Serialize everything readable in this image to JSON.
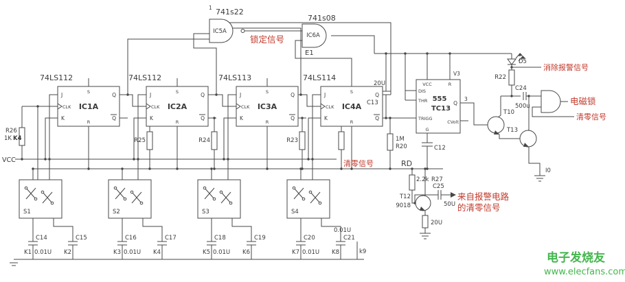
{
  "top": {
    "pin1": "1",
    "ic5a_part": "741s22",
    "ic5a_name": "IC5A",
    "ic6a_part": "741s08",
    "ic6a_name": "IC6A",
    "e1": "E1",
    "lock_signal": "锁定信号"
  },
  "ff": {
    "pins": {
      "j": "J",
      "clk": "CLK",
      "k": "K",
      "q": "Q",
      "qb": "Q",
      "s": "S",
      "r": "R"
    },
    "list": [
      {
        "part": "74LS112",
        "name": "IC1A"
      },
      {
        "part": "74LS112",
        "name": "IC2A"
      },
      {
        "part": "74LS113",
        "name": "IC3A"
      },
      {
        "part": "74LS114",
        "name": "IC4A"
      }
    ]
  },
  "timer": {
    "value": "555",
    "name": "TC13",
    "v3": "V3",
    "out_pin": "3",
    "pins": {
      "dis": "DIS",
      "thr": "THR",
      "trigg": "TRIGG",
      "vcc": "VCC",
      "r": "R",
      "q": "Q",
      "cvolt": "CVolt",
      "g": "G"
    }
  },
  "left": {
    "r26": "R26",
    "r26_val": "1K",
    "k4": "K4",
    "vcc": "VCC"
  },
  "resistors": {
    "r25": "R25",
    "r24": "R24",
    "r23": "R23",
    "r20": "R20",
    "r20_val": "1M",
    "r27": "R27",
    "r27_val": "2.2k",
    "r22": "R22",
    "r28_val": "20U"
  },
  "caps": {
    "c13": "C13",
    "c13_val": "20U",
    "c12": "C12",
    "c24": "C24",
    "c24_val": "500u",
    "c25": "C25",
    "c25_val": "50U"
  },
  "right": {
    "clear_alarm": "消除报警信号",
    "em_lock": "电磁锁",
    "reset": "清零信号",
    "t10": "T10",
    "t13": "T13",
    "d5": "D5",
    "i0": "I0"
  },
  "reset_line": {
    "label": "清零信号",
    "rd": "RD"
  },
  "t12": {
    "name": "T12",
    "part": "9018",
    "from_alarm_1": "来自报警电路",
    "from_alarm_2": "的清零信号"
  },
  "switches": {
    "s1": "S1",
    "s2": "S2",
    "s3": "S3",
    "s4": "S4"
  },
  "bottom": {
    "caps": [
      {
        "c": "C14",
        "k": "K1",
        "v": "0.01U"
      },
      {
        "c": "C15",
        "k": "K2"
      },
      {
        "c": "C16",
        "k": "K3",
        "v": "0.01U"
      },
      {
        "c": "C17",
        "k": "K4"
      },
      {
        "c": "C18",
        "k": "K5",
        "v": "0.01U"
      },
      {
        "c": "C19",
        "k": "K6"
      },
      {
        "c": "C20",
        "k": "K7",
        "v": "0.01U"
      },
      {
        "c": "C21",
        "k": "K8"
      }
    ],
    "c21_top_val": "0.01U",
    "k9": "k9"
  },
  "watermark": {
    "brand": "电子发烧友",
    "url": "www.elecfans.com"
  }
}
